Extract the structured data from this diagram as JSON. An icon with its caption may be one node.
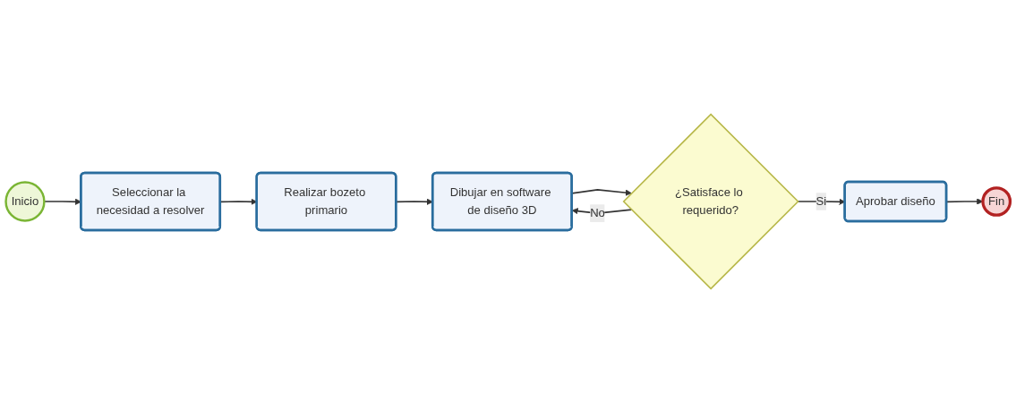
{
  "diagram": {
    "nodes": [
      {
        "text": [
          "Inicio"
        ]
      },
      {
        "text": [
          "Seleccionar la necesidad a resolver"
        ]
      },
      {
        "text": [
          "Realizar bozeto primario"
        ]
      },
      {
        "text": [
          "Dibujar en software de diseño 3D"
        ]
      },
      {
        "text": [
          "¿Satisface lo requerido?"
        ]
      },
      {
        "text": [
          "Aprobar diseño"
        ]
      },
      {
        "text": [
          "Fin"
        ]
      }
    ],
    "edges": [
      {
        "from": 0,
        "to": 1,
        "arrow": "to"
      },
      {
        "from": 1,
        "to": 2,
        "arrow": "to"
      },
      {
        "from": 2,
        "to": 3,
        "arrow": "to"
      },
      {
        "from": 3,
        "to": 4,
        "arrow": "to"
      },
      {
        "from": 4,
        "to": 5,
        "arrow": "to",
        "label": "Si"
      },
      {
        "from": 4,
        "to": 3,
        "arrow": "to",
        "label": "No"
      },
      {
        "from": 5,
        "to": 6,
        "arrow": "to"
      }
    ]
  }
}
